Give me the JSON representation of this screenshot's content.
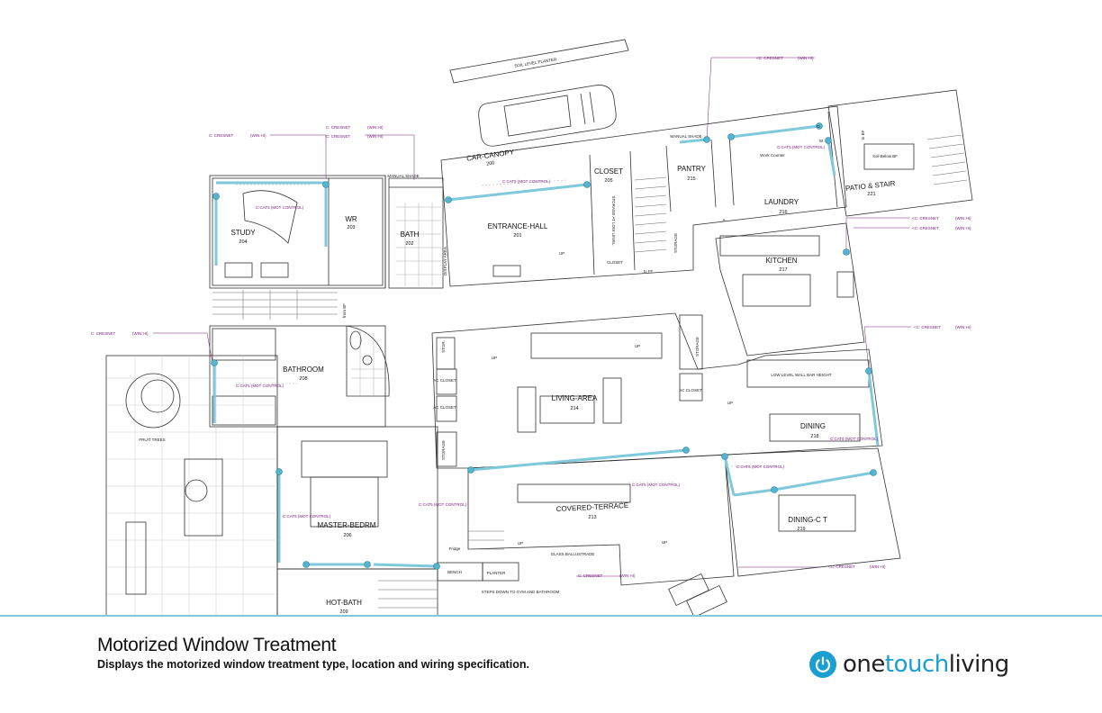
{
  "page": {
    "title": "Motorized Window Treatment",
    "subtitle": "Displays the motorized window treatment type, location and wiring specification."
  },
  "brand": {
    "part1": "one",
    "part2": "touch",
    "part3": "living",
    "accent_color": "#1a9fd0",
    "text_color": "#222222",
    "icon": "power-icon"
  },
  "colors": {
    "window": "#7fc9dc",
    "node": "#55b4d0",
    "annotation": "#7a1a7a",
    "wall": "#333333"
  },
  "rooms": [
    {
      "name": "STUDY",
      "number": "204"
    },
    {
      "name": "WR",
      "number": "203"
    },
    {
      "name": "BATH",
      "number": "202"
    },
    {
      "name": "CAR-CANOPY",
      "number": "200"
    },
    {
      "name": "ENTRANCE-HALL",
      "number": "201"
    },
    {
      "name": "CLOSET",
      "number": "205"
    },
    {
      "name": "PANTRY",
      "number": "215"
    },
    {
      "name": "LAUNDRY",
      "number": "216"
    },
    {
      "name": "PATIO & STAIR",
      "number": "221"
    },
    {
      "name": "KITCHEN",
      "number": "217"
    },
    {
      "name": "BATHROOM",
      "number": "208"
    },
    {
      "name": "LIVING-AREA",
      "number": "214"
    },
    {
      "name": "DINING",
      "number": "218"
    },
    {
      "name": "MASTER-BEDRM",
      "number": "206"
    },
    {
      "name": "COVERED-TERRACE",
      "number": "213"
    },
    {
      "name": "DINING-C T",
      "number": "219"
    },
    {
      "name": "HOT-BATH",
      "number": "209"
    }
  ],
  "labels": {
    "soil_planter": "SOIL LEVEL PLANTER",
    "display_area": "DISPLAY AREA",
    "storage_low": "STORAGE AT LOW LEVEL",
    "storage": "STORAGE",
    "stor": "STOR.",
    "ac_closet": "AC CLOSET",
    "to_ff": "to FF",
    "from_bf": "from BF",
    "to_bf": "to BF",
    "up": "UP",
    "a": "A",
    "d": "D",
    "w": "W",
    "work_counter": "Work Counter",
    "soil_below": "Soil Below BF",
    "low_wall": "LOW LEVEL WALL BAR HEIGHT",
    "glass_balustrade": "GLASS BALLUSTRADE",
    "bench": "BENCH",
    "planter": "PLANTER",
    "steps_down": "STEPS DOWN TO GYM AND BATHROOM",
    "fruit_trees": "FRUIT TREES",
    "manual_shade": "MANUAL SHADE",
    "manual_shade_2": "MANUAL SHADE",
    "closet_small": "CLOSET",
    "fridge": "Fridge"
  },
  "annotations": {
    "crestnet": "C: CRESNET",
    "crestnet_arrow": "<C: CRESNET",
    "win_hi": "(WIN HI)",
    "cat5": "C:CAT5 (MOT CONTROL)"
  }
}
